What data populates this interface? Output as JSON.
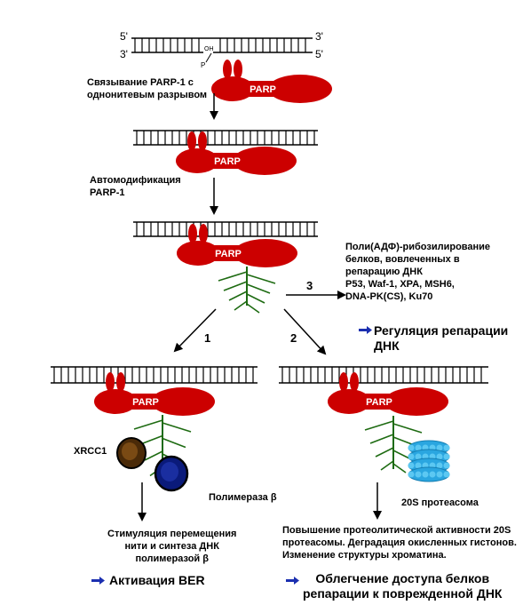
{
  "dna_ends": {
    "top_left": "5'",
    "top_right": "3'",
    "bottom_left": "3'",
    "bottom_right": "5'",
    "oh": "OH",
    "p": "P"
  },
  "parp_label": "PARP",
  "steps": {
    "binding": [
      "Связывание PARP-1 с",
      "однонитевым разрывом"
    ],
    "automod": [
      "Автомодификация",
      "PARP-1"
    ]
  },
  "arrow_labels": {
    "a1": "1",
    "a2": "2",
    "a3": "3"
  },
  "branch3": {
    "text": [
      "Поли(АДФ)-рибозилирование",
      "белков, вовлеченных в",
      "репарацию ДНК"
    ],
    "proteins": [
      "P53, Waf-1, XPA, MSH6,",
      "DNA-PK(CS), Ku70"
    ],
    "result": [
      "Регуляция репарации",
      "ДНК"
    ]
  },
  "branch1": {
    "xrcc1": "XRCC1",
    "polymerase": "Полимераза β",
    "text": [
      "Стимуляция перемещения",
      "нити и синтеза ДНК",
      "полимеразой β"
    ],
    "result": "Активация BER"
  },
  "branch2": {
    "proteasome": "20S протеасома",
    "text": [
      "Повышение протеолитической активности 20S",
      "протеасомы. Деградация окисленных гистонов.",
      "Изменение структуры хроматина."
    ],
    "result": [
      "Облегчение доступа белков",
      "репарации к поврежденной ДНК"
    ]
  },
  "colors": {
    "parp": "#cc0000",
    "xrcc1": "#4a2a08",
    "polymerase": "#0a1a7a",
    "proteasome": "#2aa6e0",
    "result_arrow": "#1b2fb0"
  }
}
